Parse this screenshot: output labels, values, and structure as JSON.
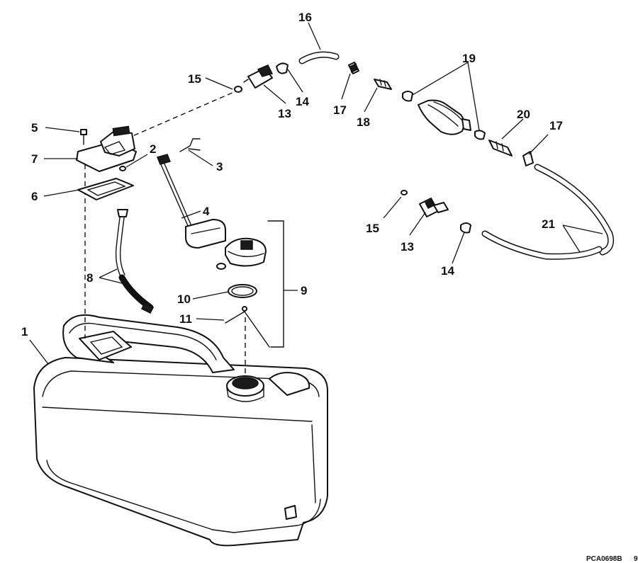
{
  "callouts": [
    {
      "id": "c1",
      "label": "1"
    },
    {
      "id": "c2",
      "label": "2"
    },
    {
      "id": "c3",
      "label": "3"
    },
    {
      "id": "c4",
      "label": "4"
    },
    {
      "id": "c5",
      "label": "5"
    },
    {
      "id": "c6",
      "label": "6"
    },
    {
      "id": "c7",
      "label": "7"
    },
    {
      "id": "c8",
      "label": "8"
    },
    {
      "id": "c9",
      "label": "9"
    },
    {
      "id": "c10",
      "label": "10"
    },
    {
      "id": "c11",
      "label": "11"
    },
    {
      "id": "c13a",
      "label": "13"
    },
    {
      "id": "c13b",
      "label": "13"
    },
    {
      "id": "c14a",
      "label": "14"
    },
    {
      "id": "c14b",
      "label": "14"
    },
    {
      "id": "c15a",
      "label": "15"
    },
    {
      "id": "c15b",
      "label": "15"
    },
    {
      "id": "c16",
      "label": "16"
    },
    {
      "id": "c17a",
      "label": "17"
    },
    {
      "id": "c17b",
      "label": "17"
    },
    {
      "id": "c18",
      "label": "18"
    },
    {
      "id": "c19",
      "label": "19"
    },
    {
      "id": "c20",
      "label": "20"
    },
    {
      "id": "c21",
      "label": "21"
    }
  ],
  "figure_code": "PCA0698B",
  "corner_mark": "9"
}
